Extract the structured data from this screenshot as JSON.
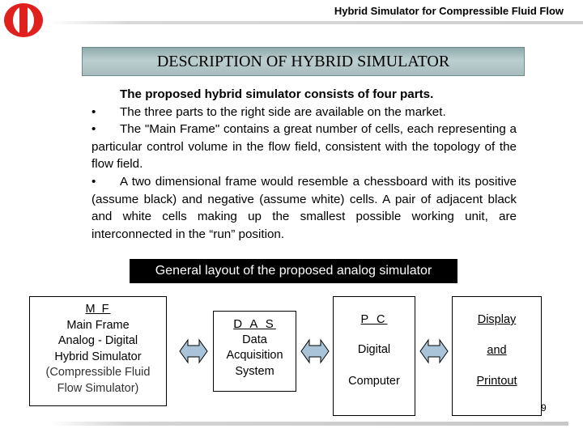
{
  "header": {
    "title": "Hybrid Simulator for Compressible Fluid Flow"
  },
  "slide": {
    "title": "DESCRIPTION OF HYBRID SIMULATOR",
    "lead": "The proposed hybrid simulator consists of four parts.",
    "bullet_char": "•",
    "bullets": [
      "The three parts to the right side are available on the market.",
      "The \"Main Frame\" contains a great number of cells, each representing a particular control volume in the flow field, consistent with the topology of the flow field.",
      "A two dimensional frame would resemble a chessboard with its positive (assume black) and negative (assume white) cells. A pair of adjacent black and white cells making up the smallest possible working unit, are interconnected in the “run” position."
    ],
    "layout_label": "General layout of the proposed analog simulator",
    "page_number": "9"
  },
  "diagram": {
    "main_frame": {
      "abbr": "M F",
      "name": "Main Frame",
      "line2": "Analog - Digital",
      "line3": "Hybrid Simulator",
      "line4": "(Compressible Fluid",
      "line5": "Flow Simulator)"
    },
    "das": {
      "abbr": "D A S",
      "line1": "Data",
      "line2": "Acquisition",
      "line3": "System"
    },
    "pc": {
      "abbr": "P C",
      "line1": "Digital",
      "line2": "Computer"
    },
    "display": {
      "line1": "Display",
      "line2": "and",
      "line3": "Printout"
    }
  },
  "colors": {
    "title_bar": "#a7bcbe",
    "logo_red": "#e0201c",
    "arrow_fill": "#a9c3d8",
    "layout_label_bg": "#000000"
  },
  "icons": {
    "logo": "logo-icon",
    "arrows": "double-arrow-icon"
  }
}
